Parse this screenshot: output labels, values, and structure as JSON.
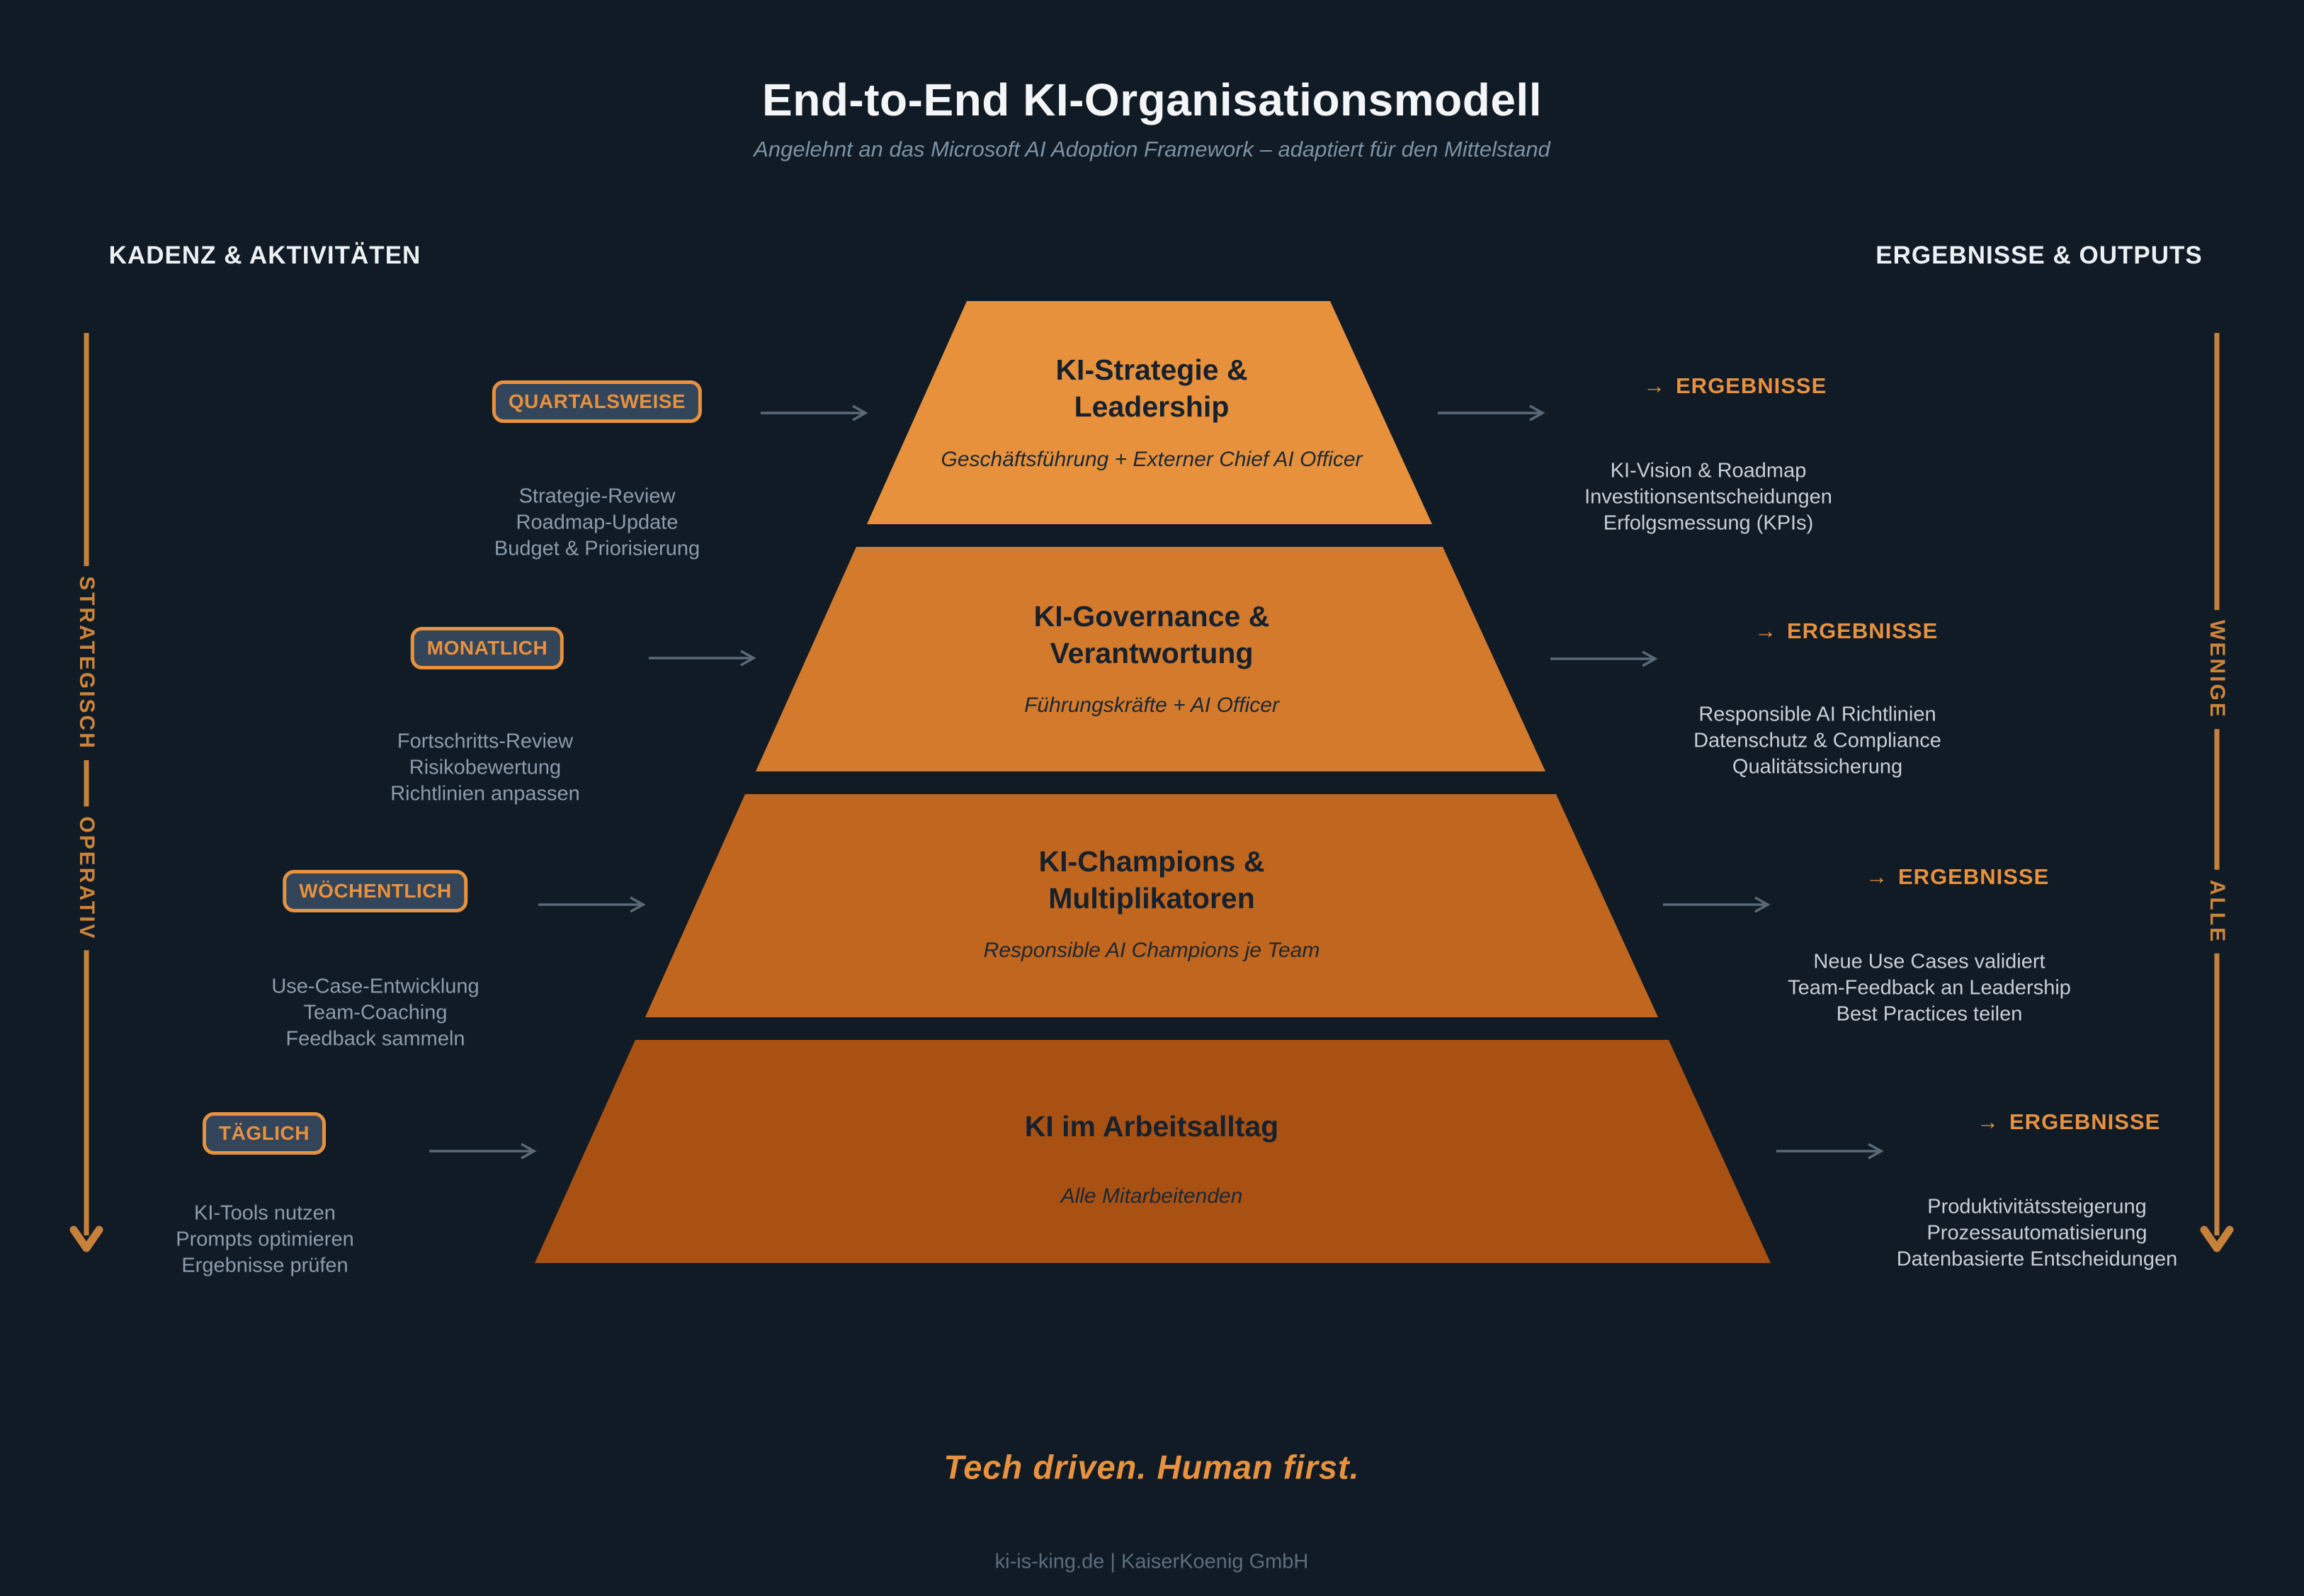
{
  "header": {
    "title": "End-to-End KI-Organisationsmodell",
    "subtitle": "Angelehnt an das Microsoft AI Adoption Framework – adaptiert für den Mittelstand"
  },
  "column_headers": {
    "left": "KADENZ & AKTIVITÄTEN",
    "right": "ERGEBNISSE & OUTPUTS"
  },
  "axis_labels": {
    "left_top": "STRATEGISCH",
    "left_bottom": "OPERATIV",
    "right_top": "WENIGE",
    "right_bottom": "ALLE"
  },
  "levels": [
    {
      "cadence": "QUARTALSWEISE",
      "activities": [
        "Strategie-Review",
        "Roadmap-Update",
        "Budget & Priorisierung"
      ],
      "title_lines": [
        "KI-Strategie &",
        "Leadership"
      ],
      "subtitle": "Geschäftsführung + Externer Chief AI Officer",
      "results_arrow": "→",
      "results_label": "ERGEBNISSE",
      "results": [
        "KI-Vision & Roadmap",
        "Investitionsentscheidungen",
        "Erfolgsmessung (KPIs)"
      ],
      "color": "#E8913C"
    },
    {
      "cadence": "MONATLICH",
      "activities": [
        "Fortschritts-Review",
        "Risikobewertung",
        "Richtlinien anpassen"
      ],
      "title_lines": [
        "KI-Governance &",
        "Verantwortung"
      ],
      "subtitle": "Führungskräfte + AI Officer",
      "results_arrow": "→",
      "results_label": "ERGEBNISSE",
      "results": [
        "Responsible AI Richtlinien",
        "Datenschutz & Compliance",
        "Qualitätssicherung"
      ],
      "color": "#D47A2C"
    },
    {
      "cadence": "WÖCHENTLICH",
      "activities": [
        "Use-Case-Entwicklung",
        "Team-Coaching",
        "Feedback sammeln"
      ],
      "title_lines": [
        "KI-Champions &",
        "Multiplikatoren"
      ],
      "subtitle": "Responsible AI Champions je Team",
      "results_arrow": "→",
      "results_label": "ERGEBNISSE",
      "results": [
        "Neue Use Cases validiert",
        "Team-Feedback an Leadership",
        "Best Practices teilen"
      ],
      "color": "#C0661E"
    },
    {
      "cadence": "TÄGLICH",
      "activities": [
        "KI-Tools nutzen",
        "Prompts optimieren",
        "Ergebnisse prüfen"
      ],
      "title_lines": [
        "KI im Arbeitsalltag"
      ],
      "subtitle": "Alle Mitarbeitenden",
      "results_arrow": "→",
      "results_label": "ERGEBNISSE",
      "results": [
        "Produktivitätssteigerung",
        "Prozessautomatisierung",
        "Datenbasierte Entscheidungen"
      ],
      "color": "#A85113"
    }
  ],
  "footer": {
    "tagline": "Tech driven. Human first.",
    "credit": "ki-is-king.de  |  KaiserKoenig GmbH"
  },
  "colors": {
    "background": "#101B26",
    "accent_orange": "#E8913E",
    "badge_fill": "#32455B",
    "connector_gray": "#5A6A79",
    "axis_line_orange": "#C8813A",
    "pyramid_text": "#16212D",
    "activities_text": "#8C9CAC",
    "results_text": "#C9CED4",
    "heading_white": "#EDF1F4",
    "subtitle_gray": "#7D92A4",
    "credit_gray": "#5C6E7E"
  }
}
